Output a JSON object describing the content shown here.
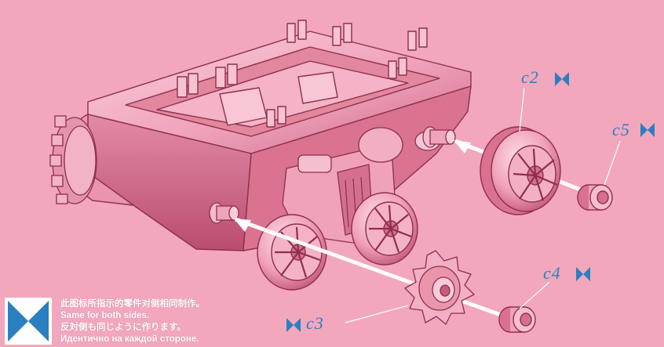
{
  "parts": {
    "c2": "c2",
    "c5": "c5",
    "c4": "c4",
    "c3": "c3"
  },
  "legend": {
    "line_zh": "此图标所指示的零件对侧相同制作。",
    "line_en": "Same for both sides.",
    "line_ja": "反対側も同じように作ります。",
    "line_ru": "Идентично на каждой стороне."
  },
  "colors": {
    "background": "#f2a7bd",
    "part_fill": "#f4b4c8",
    "part_shadow": "#c85b7c",
    "outline": "#8e2f4d",
    "symbol_blue": "#2a7fc0"
  },
  "icons": {
    "both_sides_symbol": "bowtie-icon"
  }
}
